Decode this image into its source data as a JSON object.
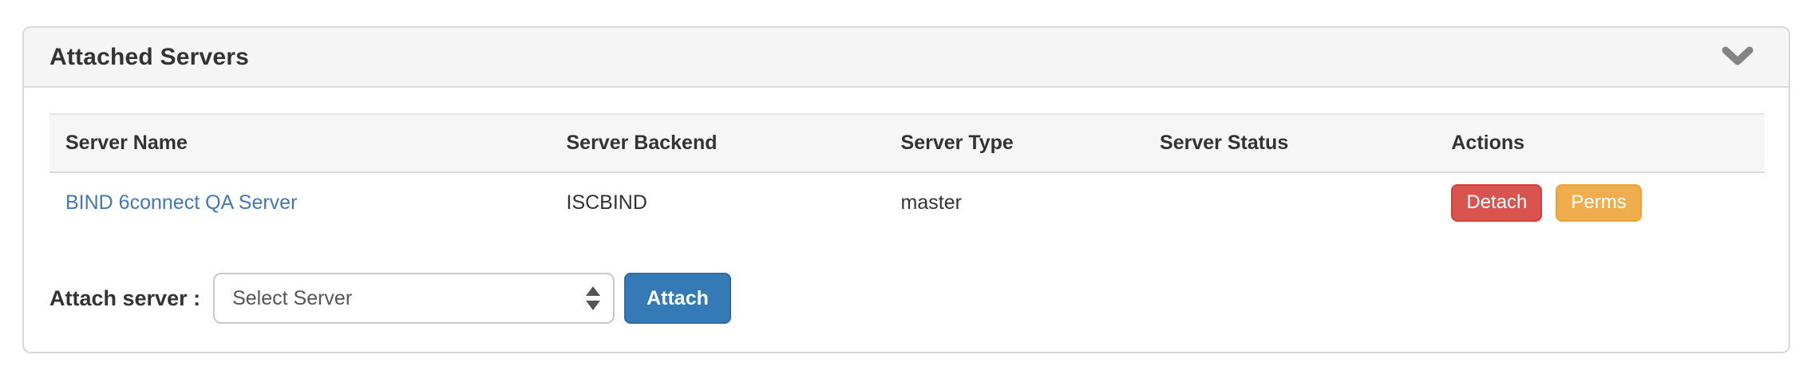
{
  "panel": {
    "title": "Attached Servers",
    "collapse_icon": "chevron-down-icon"
  },
  "table": {
    "columns": [
      "Server Name",
      "Server Backend",
      "Server Type",
      "Server Status",
      "Actions"
    ],
    "rows": [
      {
        "server_name": "BIND 6connect QA Server",
        "server_backend": "ISCBIND",
        "server_type": "master",
        "server_status": "",
        "actions": {
          "detach_label": "Detach",
          "perms_label": "Perms"
        }
      }
    ]
  },
  "attach_form": {
    "label": "Attach server :",
    "select_value": "Select Server",
    "select_arrows_icon": "up-down-arrows-icon",
    "attach_button_label": "Attach"
  },
  "colors": {
    "link_blue": "#4377b6",
    "danger_red": "#d9534f",
    "warning_orange": "#f0ad4e",
    "primary_blue": "#337ab7",
    "heading_gray": "#f5f5f5",
    "table_header_gray": "#f6f6f6",
    "border_gray": "#d9d9d9"
  }
}
